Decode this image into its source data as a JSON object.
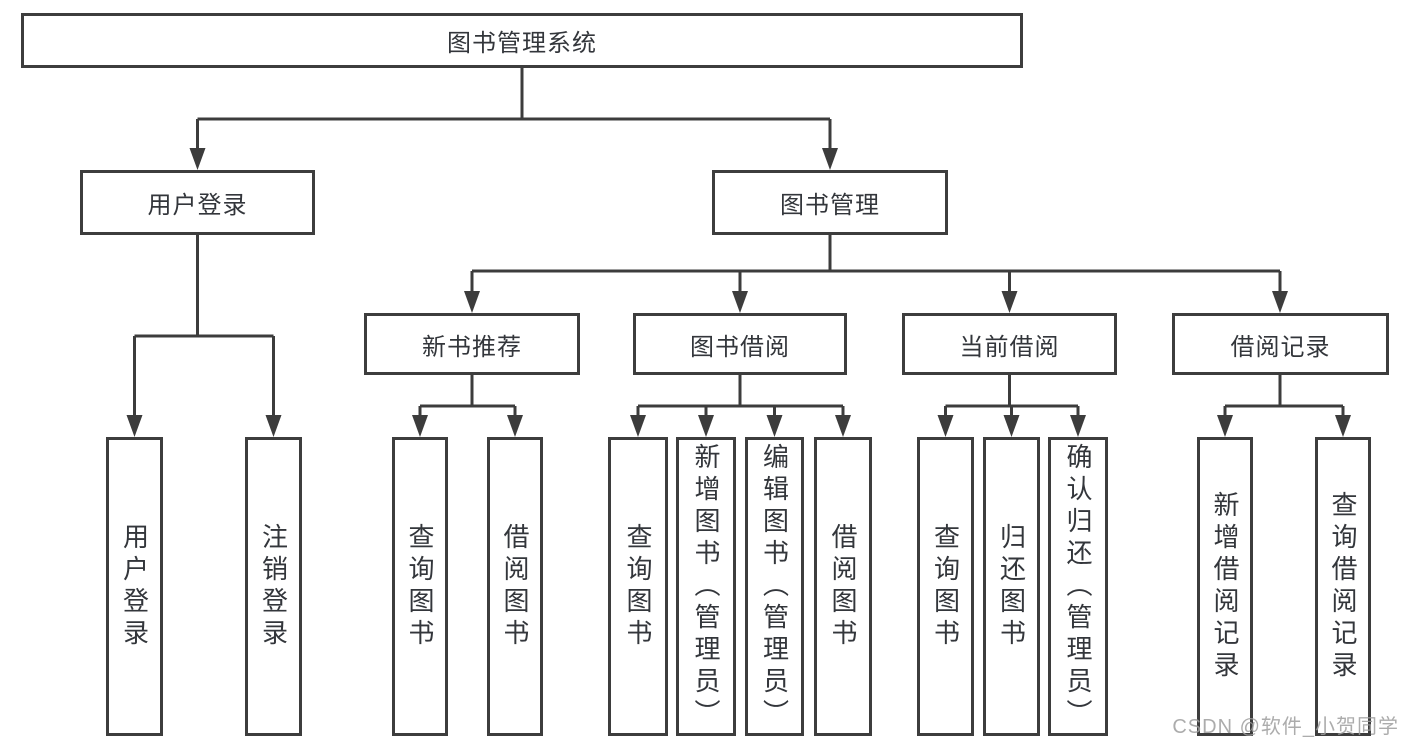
{
  "page": {
    "background": "#ffffff",
    "line_color": "#3c3c3c",
    "text_color": "#33363b",
    "watermark_color": "#9e9e9e"
  },
  "tree": {
    "root": {
      "label": "图书管理系统"
    },
    "user": {
      "label": "用户登录",
      "children": [
        {
          "label": "用户登录"
        },
        {
          "label": "注销登录"
        }
      ]
    },
    "management": {
      "label": "图书管理",
      "groups": [
        {
          "label": "新书推荐",
          "children": [
            {
              "label": "查询图书"
            },
            {
              "label": "借阅图书"
            }
          ]
        },
        {
          "label": "图书借阅",
          "children": [
            {
              "label": "查询图书"
            },
            {
              "label": "新增图书（管理员）"
            },
            {
              "label": "编辑图书（管理员）"
            },
            {
              "label": "借阅图书"
            }
          ]
        },
        {
          "label": "当前借阅",
          "children": [
            {
              "label": "查询图书"
            },
            {
              "label": "归还图书"
            },
            {
              "label": "确认归还（管理员）"
            }
          ]
        },
        {
          "label": "借阅记录",
          "children": [
            {
              "label": "新增借阅记录"
            },
            {
              "label": "查询借阅记录"
            }
          ]
        }
      ]
    }
  },
  "watermark": {
    "text": "CSDN @软件_小贺同学"
  }
}
